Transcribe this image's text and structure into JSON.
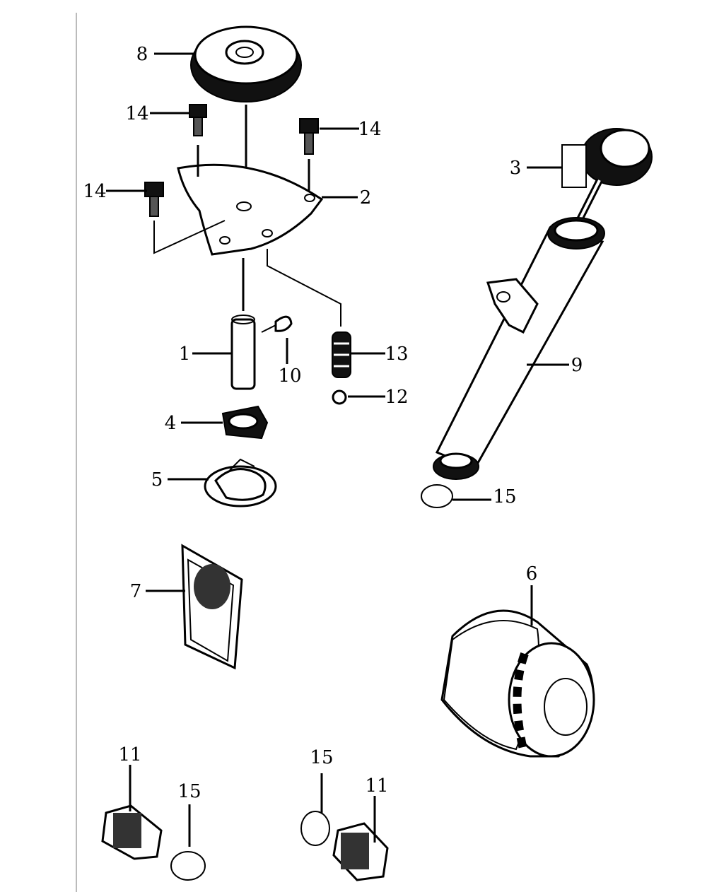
{
  "diagram": {
    "callouts": [
      {
        "id": "c8",
        "text": "8"
      },
      {
        "id": "c14a",
        "text": "14"
      },
      {
        "id": "c14b",
        "text": "14"
      },
      {
        "id": "c14c",
        "text": "14"
      },
      {
        "id": "c2",
        "text": "2"
      },
      {
        "id": "c3",
        "text": "3"
      },
      {
        "id": "c1",
        "text": "1"
      },
      {
        "id": "c10",
        "text": "10"
      },
      {
        "id": "c13",
        "text": "13"
      },
      {
        "id": "c12",
        "text": "12"
      },
      {
        "id": "c9",
        "text": "9"
      },
      {
        "id": "c4",
        "text": "4"
      },
      {
        "id": "c5",
        "text": "5"
      },
      {
        "id": "c15a",
        "text": "15"
      },
      {
        "id": "c7",
        "text": "7"
      },
      {
        "id": "c6",
        "text": "6"
      },
      {
        "id": "c11a",
        "text": "11"
      },
      {
        "id": "c15b",
        "text": "15"
      },
      {
        "id": "c15c",
        "text": "15"
      },
      {
        "id": "c11b",
        "text": "11"
      }
    ]
  }
}
